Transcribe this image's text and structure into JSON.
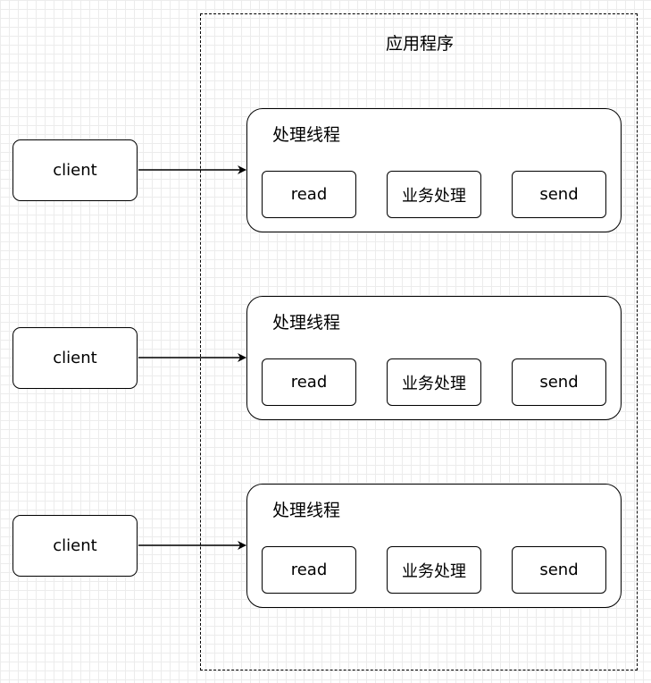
{
  "app": {
    "title": "应用程序"
  },
  "clients": [
    {
      "label": "client"
    },
    {
      "label": "client"
    },
    {
      "label": "client"
    }
  ],
  "threads": [
    {
      "title": "处理线程",
      "steps": [
        "read",
        "业务处理",
        "send"
      ]
    },
    {
      "title": "处理线程",
      "steps": [
        "read",
        "业务处理",
        "send"
      ]
    },
    {
      "title": "处理线程",
      "steps": [
        "read",
        "业务处理",
        "send"
      ]
    }
  ],
  "colors": {
    "stroke": "#000000",
    "grid": "#ececec",
    "background": "#ffffff"
  }
}
